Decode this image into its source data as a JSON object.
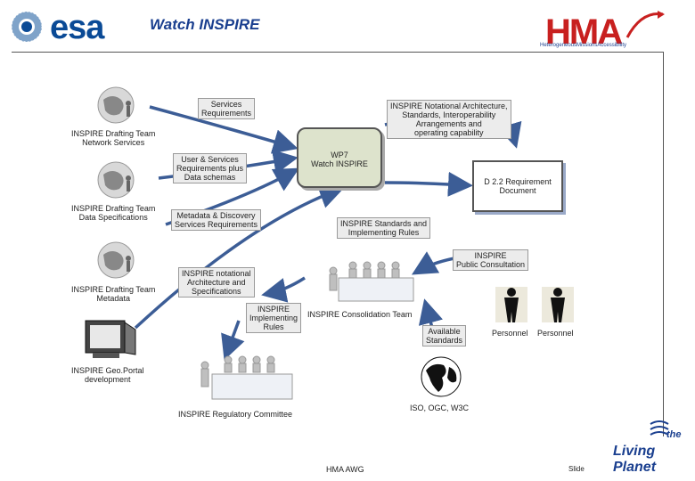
{
  "header": {
    "title": "Watch INSPIRE",
    "esa_logo": "esa",
    "hma_logo": "HMA",
    "hma_subtitle": "HeterogeneousMissionsAccessibility"
  },
  "nodes": {
    "dt_network": [
      "INSPIRE Drafting Team",
      "Network Services"
    ],
    "dt_data": [
      "INSPIRE Drafting Team",
      "Data Specifications"
    ],
    "dt_metadata": [
      "INSPIRE Drafting Team",
      "Metadata"
    ],
    "geoportal": [
      "INSPIRE Geo.Portal",
      "development"
    ],
    "services_req": [
      "Services",
      "Requirements"
    ],
    "user_services": [
      "User & Services",
      "Requirements plus",
      "Data schemas"
    ],
    "metadata_discovery": [
      "Metadata & Discovery",
      "Services Requirements"
    ],
    "notional_arch_top": [
      "INSPIRE Notational Architecture,",
      "Standards, Interoperability",
      "Arrangements and",
      "operating capability"
    ],
    "wp": [
      "WP7",
      "Watch INSPIRE"
    ],
    "d22": [
      "D 2.2 Requirement",
      "Document"
    ],
    "standards_rules": [
      "INSPIRE Standards and",
      "Implementing Rules"
    ],
    "public_consultation": [
      "INSPIRE",
      "Public Consultation"
    ],
    "notional_arch_mid": [
      "INSPIRE notational",
      "Architecture and",
      "Specifications"
    ],
    "implementing_rules": [
      "INSPIRE",
      "Implementing",
      "Rules"
    ],
    "consolidation_team": "INSPIRE Consolidation Team",
    "available_standards": [
      "Available",
      "Standards"
    ],
    "personnel_1": "Personnel",
    "personnel_2": "Personnel",
    "regulatory_committee": "INSPIRE Regulatory Committee",
    "iso_ogc": "ISO, OGC, W3C"
  },
  "footer": {
    "center": "HMA AWG",
    "slide": "Slide",
    "living_planet_the": "the",
    "living_planet": "Living Planet"
  },
  "colors": {
    "arrow": "#3c5d96",
    "esa_blue": "#0a4a96",
    "hma_red": "#c8201f",
    "box_fill": "#ececec",
    "wp_fill": "#dde3cc"
  }
}
